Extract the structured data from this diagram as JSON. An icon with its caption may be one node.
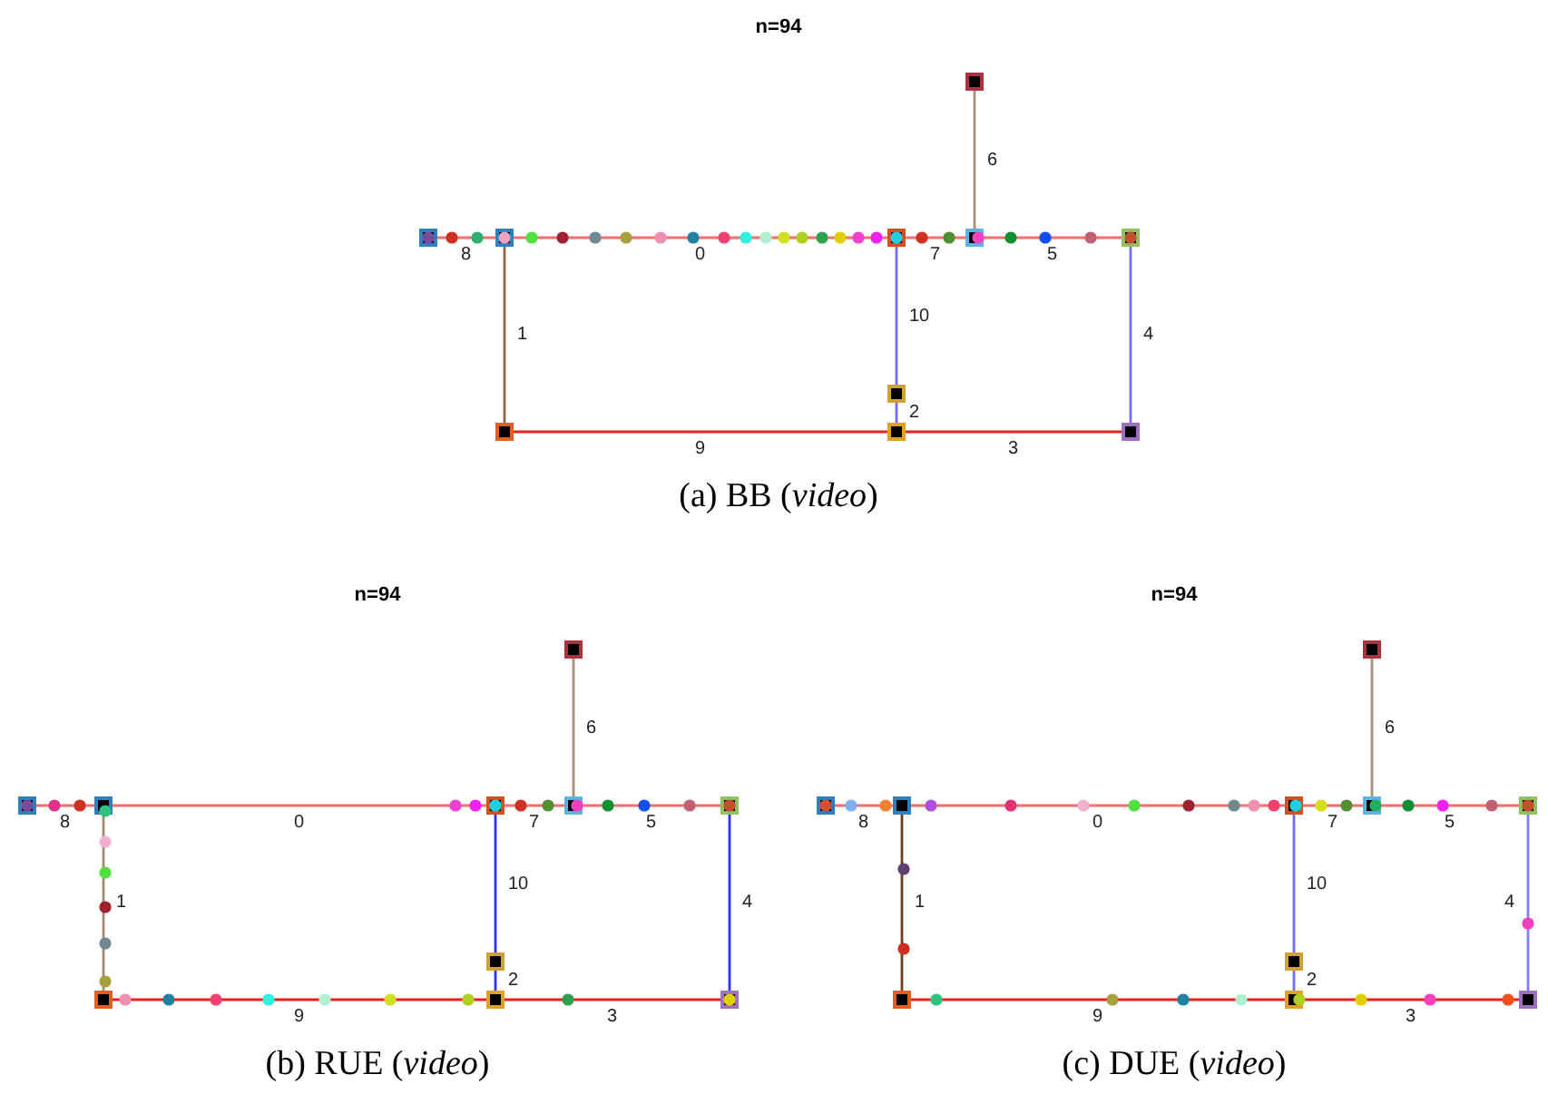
{
  "diagram": {
    "nodes": [
      {
        "text": [],
        "shape": "box"
      },
      {
        "text": [],
        "shape": "box"
      },
      {
        "text": [],
        "shape": "box"
      },
      {
        "text": [],
        "shape": "box"
      },
      {
        "text": [],
        "shape": "box"
      },
      {
        "text": [],
        "shape": "box"
      },
      {
        "text": [],
        "shape": "box"
      },
      {
        "text": [],
        "shape": "box"
      },
      {
        "text": [],
        "shape": "box"
      },
      {
        "text": [],
        "shape": "box"
      },
      {
        "text": [],
        "shape": "box"
      },
      {
        "text": [],
        "shape": "box"
      },
      {
        "text": [],
        "shape": "box"
      },
      {
        "text": [],
        "shape": "box"
      },
      {
        "text": [],
        "shape": "box"
      },
      {
        "text": [],
        "shape": "box"
      },
      {
        "text": [],
        "shape": "box"
      },
      {
        "text": [],
        "shape": "box"
      },
      {
        "text": [],
        "shape": "box"
      },
      {
        "text": [],
        "shape": "box"
      },
      {
        "text": [],
        "shape": "box"
      },
      {
        "text": [],
        "shape": "box"
      },
      {
        "text": [],
        "shape": "box"
      },
      {
        "text": [],
        "shape": "box"
      },
      {
        "text": [],
        "shape": "box"
      },
      {
        "text": [],
        "shape": "box"
      },
      {
        "text": [],
        "shape": "box"
      },
      {
        "text": [],
        "shape": "box"
      },
      {
        "text": [],
        "shape": "box"
      },
      {
        "text": [],
        "shape": "box"
      }
    ],
    "edges": [
      {
        "from": 2,
        "to": 3,
        "arrow": "none",
        "label": "0"
      },
      {
        "from": 2,
        "to": 7,
        "arrow": "none",
        "label": "1",
        "color": "#8b6a4a"
      },
      {
        "from": 6,
        "to": 8,
        "arrow": "none",
        "label": "2",
        "color": "#7070f0"
      },
      {
        "from": 8,
        "to": 9,
        "arrow": "none",
        "label": "3",
        "color": "#e82020"
      },
      {
        "from": 5,
        "to": 9,
        "arrow": "none",
        "label": "4",
        "color": "#7070f0"
      },
      {
        "from": 4,
        "to": 5,
        "arrow": "none",
        "label": "5"
      },
      {
        "from": 4,
        "to": 0,
        "arrow": "none",
        "label": "6",
        "color": "#a89078"
      },
      {
        "from": 3,
        "to": 4,
        "arrow": "none",
        "label": "7"
      },
      {
        "from": 1,
        "to": 2,
        "arrow": "none",
        "label": "8"
      },
      {
        "from": 7,
        "to": 8,
        "arrow": "none",
        "label": "9",
        "color": "#e82020"
      },
      {
        "from": 3,
        "to": 6,
        "arrow": "none",
        "label": "10",
        "color": "#7070f0"
      },
      {
        "from": 12,
        "to": 13,
        "arrow": "none",
        "label": "0"
      },
      {
        "from": 12,
        "to": 17,
        "arrow": "none",
        "label": "1",
        "color": "#a08c70"
      },
      {
        "from": 16,
        "to": 18,
        "arrow": "none",
        "label": "2",
        "color": "#3030f0"
      },
      {
        "from": 18,
        "to": 19,
        "arrow": "none",
        "label": "3",
        "color": "#e82020"
      },
      {
        "from": 15,
        "to": 19,
        "arrow": "none",
        "label": "4",
        "color": "#3030f0"
      },
      {
        "from": 14,
        "to": 15,
        "arrow": "none",
        "label": "5"
      },
      {
        "from": 14,
        "to": 10,
        "arrow": "none",
        "label": "6",
        "color": "#a89078"
      },
      {
        "from": 13,
        "to": 14,
        "arrow": "none",
        "label": "7"
      },
      {
        "from": 11,
        "to": 12,
        "arrow": "none",
        "label": "8"
      },
      {
        "from": 17,
        "to": 18,
        "arrow": "none",
        "label": "9",
        "color": "#e82020"
      },
      {
        "from": 13,
        "to": 16,
        "arrow": "none",
        "label": "10",
        "color": "#3030f0"
      },
      {
        "from": 22,
        "to": 23,
        "arrow": "none",
        "label": "0"
      },
      {
        "from": 22,
        "to": 27,
        "arrow": "none",
        "label": "1",
        "color": "#6b4020"
      },
      {
        "from": 26,
        "to": 28,
        "arrow": "none",
        "label": "2",
        "color": "#7070f0"
      },
      {
        "from": 28,
        "to": 29,
        "arrow": "none",
        "label": "3",
        "color": "#e82020"
      },
      {
        "from": 25,
        "to": 29,
        "arrow": "none",
        "label": "4",
        "color": "#8080ff"
      },
      {
        "from": 24,
        "to": 25,
        "arrow": "none",
        "label": "5"
      },
      {
        "from": 24,
        "to": 20,
        "arrow": "none",
        "label": "6",
        "color": "#a89078"
      },
      {
        "from": 23,
        "to": 24,
        "arrow": "none",
        "label": "7"
      },
      {
        "from": 21,
        "to": 22,
        "arrow": "none",
        "label": "8"
      },
      {
        "from": 27,
        "to": 28,
        "arrow": "none",
        "label": "9",
        "color": "#e82020"
      },
      {
        "from": 23,
        "to": 26,
        "arrow": "none",
        "label": "10",
        "color": "#7070f0"
      }
    ],
    "labels": [
      "n=94",
      "(a) BB (*video*)",
      "n=94",
      "n=94",
      "(b) RUE (*video*)",
      "(c) DUE (*video*)"
    ]
  }
}
